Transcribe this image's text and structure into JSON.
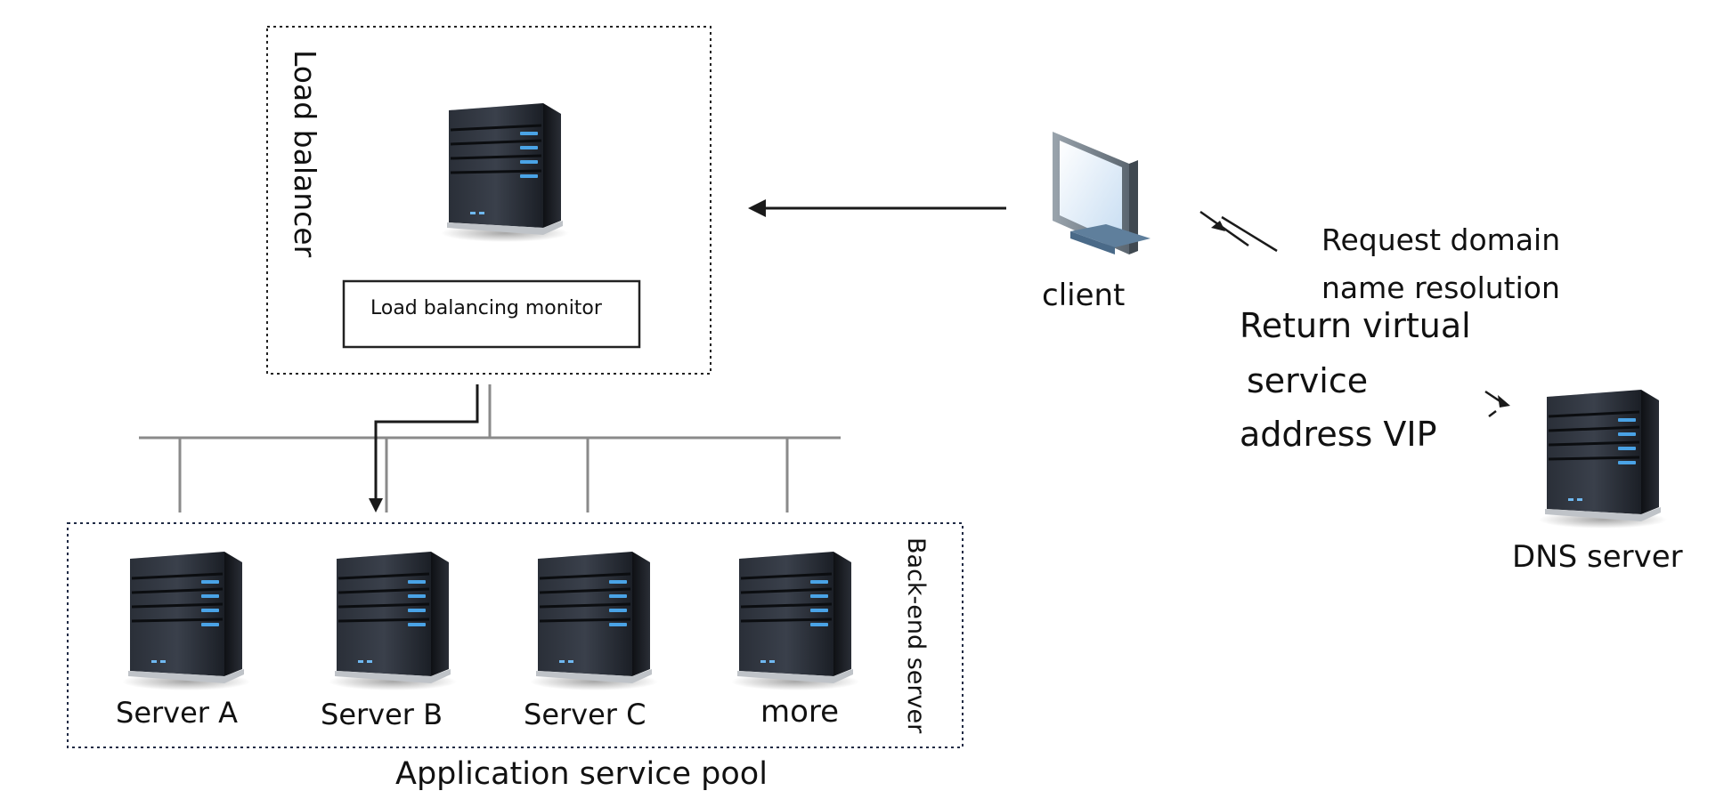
{
  "labels": {
    "load_balancer": "Load balancer",
    "monitor": "Load balancing monitor",
    "client": "client",
    "request": [
      "Request domain",
      "name resolution"
    ],
    "return": [
      "Return virtual",
      "service",
      "address VIP"
    ],
    "dns": "DNS server",
    "backend": "Back-end server",
    "pool": "Application service pool",
    "servers": [
      "Server A",
      "Server B",
      "Server C",
      "more"
    ]
  },
  "icons": {
    "server": "server-tower-icon",
    "client": "monitor-icon"
  },
  "colors": {
    "line": "#1a1a1a",
    "bus": "#8a8a8a",
    "box_border": "#222222",
    "pool_border": "#1f2a44",
    "server_led": "#4aa3e6"
  }
}
